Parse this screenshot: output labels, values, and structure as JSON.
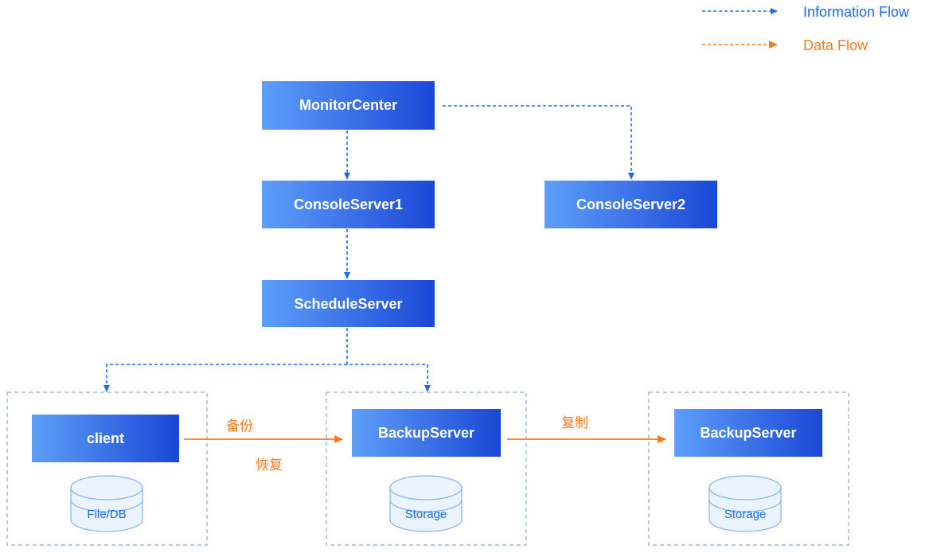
{
  "legend": {
    "info_label": "Information Flow",
    "data_label": "Data Flow"
  },
  "nodes": {
    "monitor_center": "MonitorCenter",
    "console_server_1": "ConsoleServer1",
    "console_server_2": "ConsoleServer2",
    "schedule_server": "ScheduleServer",
    "client": "client",
    "backup_server_1": "BackupServer",
    "backup_server_2": "BackupServer"
  },
  "storage": {
    "client_db": "File/DB",
    "backup_1_storage": "Storage",
    "backup_2_storage": "Storage"
  },
  "flows": {
    "backup": "备份",
    "restore": "恢复",
    "replicate": "复制"
  },
  "colors": {
    "info_flow": "#1a6bf0",
    "data_flow": "#f47a20",
    "node_light": "#5b9cf8",
    "node_dark": "#1d4fd8",
    "cylinder_fill": "#e7f1fe",
    "group_border": "#8fa9c9"
  }
}
